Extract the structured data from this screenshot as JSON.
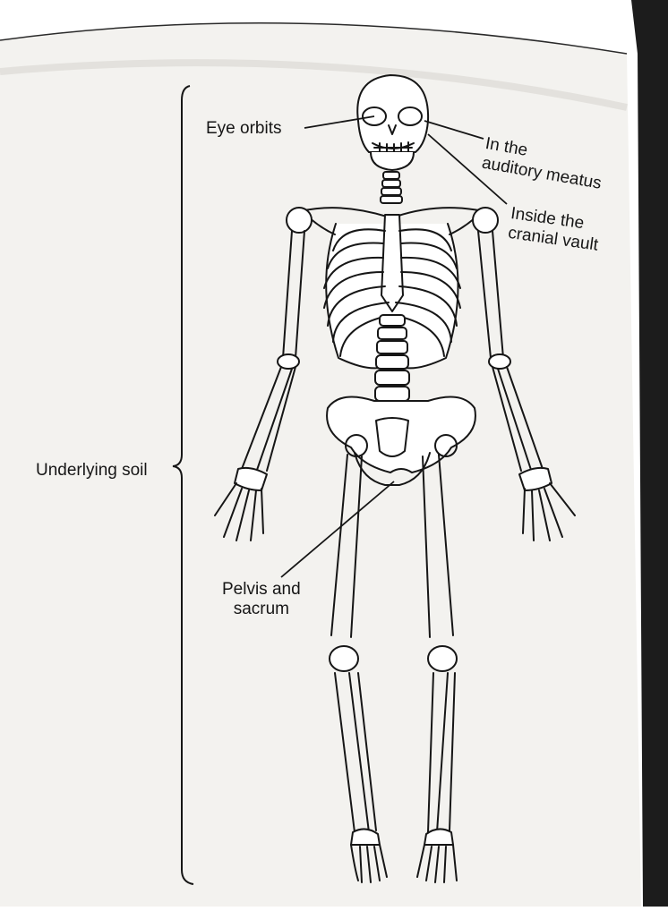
{
  "labels": {
    "eye_orbits": "Eye orbits",
    "auditory_line1": "In the",
    "auditory_line2": "auditory meatus",
    "cranial_line1": "Inside the",
    "cranial_line2": "cranial vault",
    "underlying_soil": "Underlying soil",
    "pelvis_line1": "Pelvis and",
    "pelvis_line2": "sacrum"
  },
  "colors": {
    "ink": "#161616",
    "paper": "#f3f2ef",
    "edge_shadow": "#1c1c1c"
  }
}
